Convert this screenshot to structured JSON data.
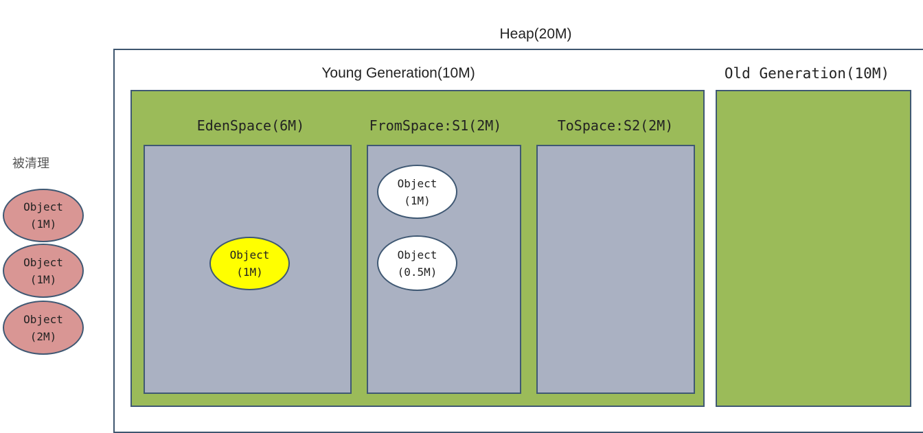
{
  "heap": {
    "title": "Heap(20M)"
  },
  "young_generation": {
    "title": "Young Generation(10M)",
    "eden": {
      "title": "EdenSpace(6M)",
      "objects": [
        {
          "line1": "Object",
          "line2": "(1M)",
          "color": "#ffff00"
        }
      ]
    },
    "from": {
      "title": "FromSpace:S1(2M)",
      "objects": [
        {
          "line1": "Object",
          "line2": "(1M)",
          "color": "#ffffff"
        },
        {
          "line1": "Object",
          "line2": "(0.5M)",
          "color": "#ffffff"
        }
      ]
    },
    "to": {
      "title": "ToSpace:S2(2M)"
    },
    "color": "#9bbb59"
  },
  "old_generation": {
    "title": "Old Generation(10M)",
    "color": "#9bbb59"
  },
  "cleared": {
    "label": "被清理",
    "objects": [
      {
        "line1": "Object",
        "line2": "(1M)",
        "color": "#d99694"
      },
      {
        "line1": "Object",
        "line2": "(1M)",
        "color": "#d99694"
      },
      {
        "line1": "Object",
        "line2": "(2M)",
        "color": "#d99694"
      }
    ]
  },
  "colors": {
    "space_fill": "#aab1c2",
    "border": "#3f5873"
  }
}
